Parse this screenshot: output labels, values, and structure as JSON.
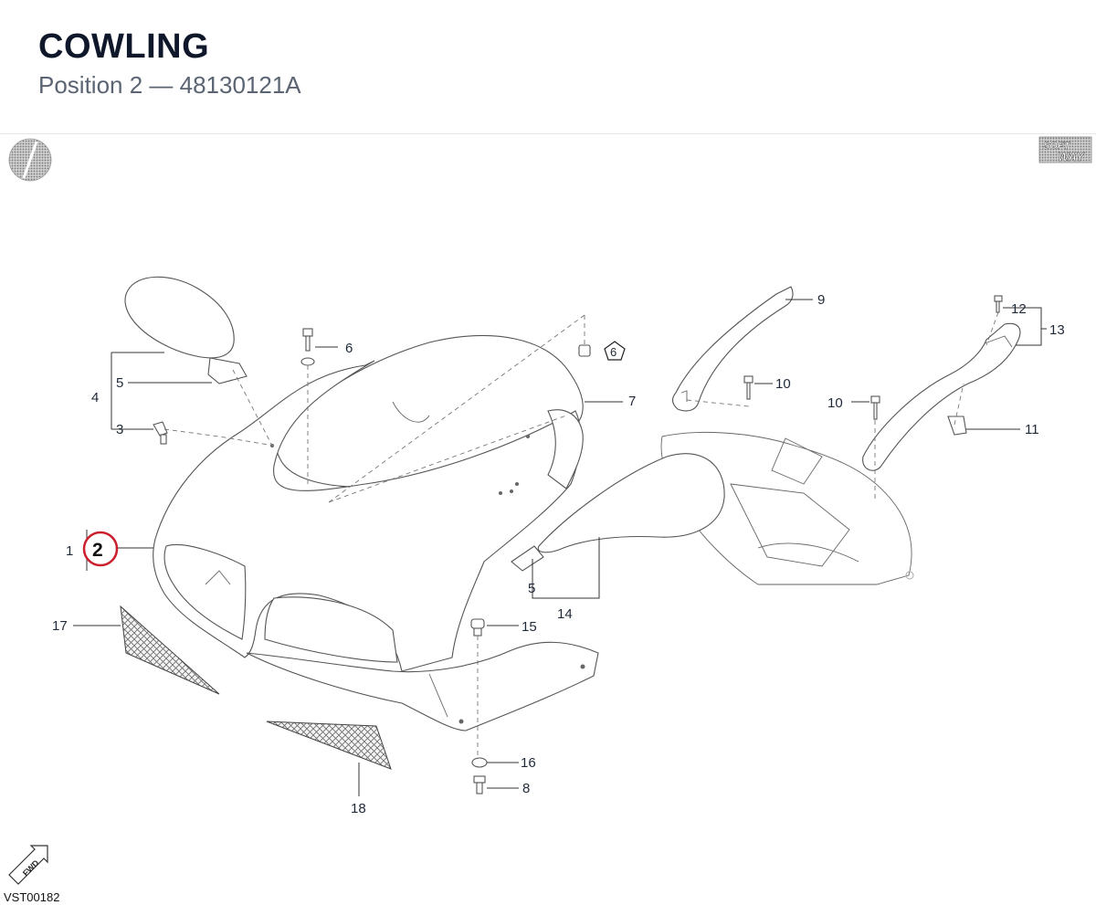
{
  "header": {
    "title": "COWLING",
    "subtitle": "Position 2 — 48130121A"
  },
  "diagram": {
    "brand_logo_line1": "SOFT",
    "brand_logo_line2": "WAY",
    "fwd_marker": "FWD",
    "reference_code": "VST00182",
    "highlighted_callout": "2",
    "callouts": {
      "c1": "1",
      "c3": "3",
      "c4": "4",
      "c5a": "5",
      "c5b": "5",
      "c6": "6",
      "c6_badge": "6",
      "c7": "7",
      "c8": "8",
      "c9": "9",
      "c10a": "10",
      "c10b": "10",
      "c11": "11",
      "c12": "12",
      "c13": "13",
      "c14": "14",
      "c15": "15",
      "c16": "16",
      "c17": "17",
      "c18": "18"
    }
  }
}
